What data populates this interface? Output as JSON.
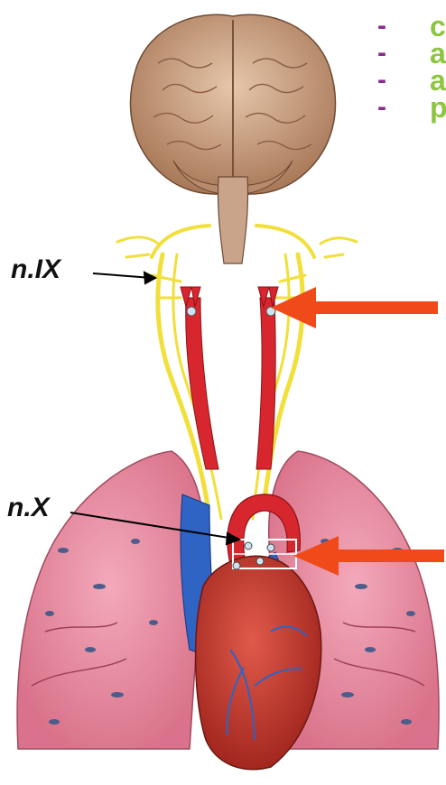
{
  "bullets": [
    {
      "text": "c"
    },
    {
      "text": "a"
    },
    {
      "text": "a"
    },
    {
      "text": "p"
    }
  ],
  "labels": {
    "glossopharyngeal": "n.IX",
    "vagus": "n.X"
  },
  "colors": {
    "bullet_dash": "#8a2b8f",
    "bullet_text": "#8cc63e",
    "pointer_arrow": "#f04a1a",
    "artery": "#d8262e",
    "vein": "#2f63c4",
    "nerve": "#f1df3a",
    "lung": "#ea8fa4",
    "brain": "#c99a7b"
  }
}
